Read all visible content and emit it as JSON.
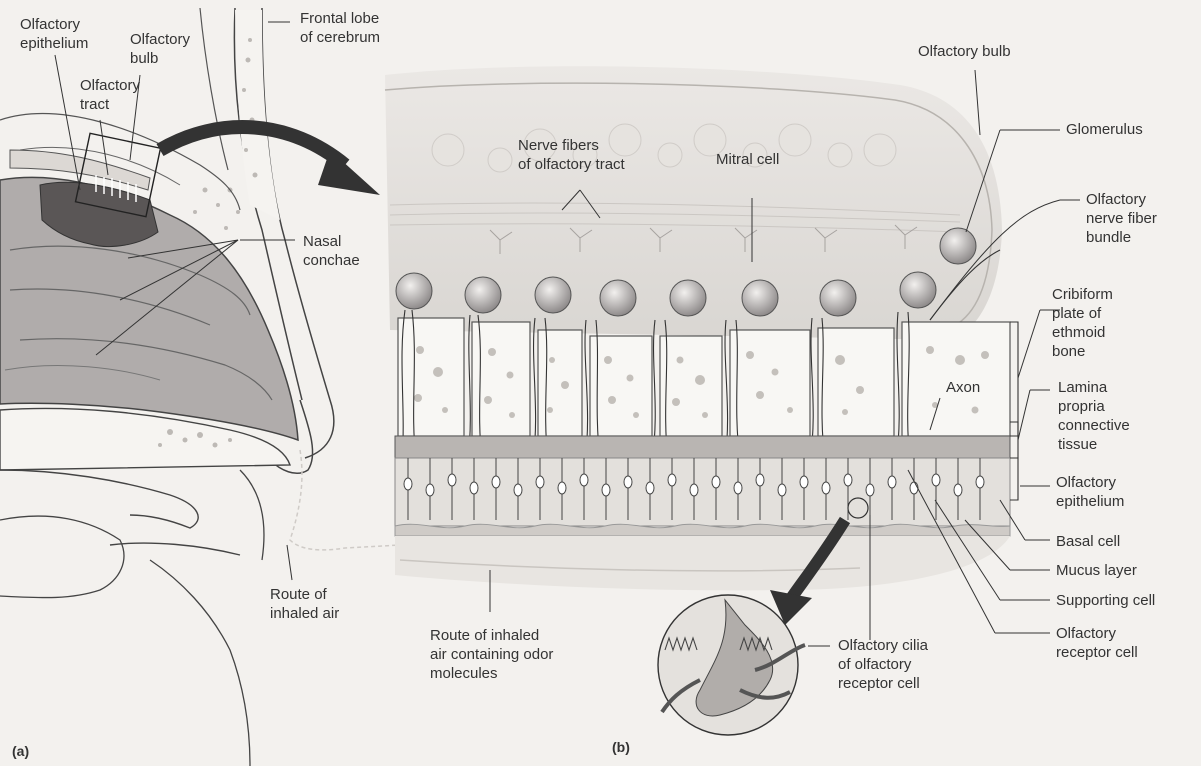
{
  "panel_a": {
    "letter": "(a)",
    "labels": {
      "olfactory_epithelium": "Olfactory\nepithelium",
      "olfactory_bulb": "Olfactory\nbulb",
      "olfactory_tract": "Olfactory\ntract",
      "frontal_lobe": "Frontal lobe\nof cerebrum",
      "nasal_conchae": "Nasal\nconchae",
      "route_air": "Route of\ninhaled air"
    }
  },
  "panel_b": {
    "letter": "(b)",
    "labels": {
      "olfactory_bulb": "Olfactory bulb",
      "glomerulus": "Glomerulus",
      "nerve_fibers_tract": "Nerve fibers\nof olfactory tract",
      "mitral_cell": "Mitral cell",
      "nerve_fiber_bundle": "Olfactory\nnerve fiber\nbundle",
      "cribriform": "Cribiform\nplate of\nethmoid\nbone",
      "axon": "Axon",
      "lamina_propria": "Lamina\npropria\nconnective\ntissue",
      "olfactory_epithelium": "Olfactory\nepithelium",
      "basal_cell": "Basal cell",
      "mucus_layer": "Mucus layer",
      "supporting_cell": "Supporting cell",
      "receptor_cell": "Olfactory\nreceptor cell",
      "cilia": "Olfactory cilia\nof olfactory\nreceptor cell",
      "route_odor": "Route of inhaled\nair containing odor\nmolecules"
    }
  },
  "colors": {
    "ink": "#333333",
    "tissue_gray": "#a9a5a5",
    "dark_gray": "#6e6a6a",
    "bone": "#f7f6f3",
    "epithelium": "#e2dfdb"
  }
}
